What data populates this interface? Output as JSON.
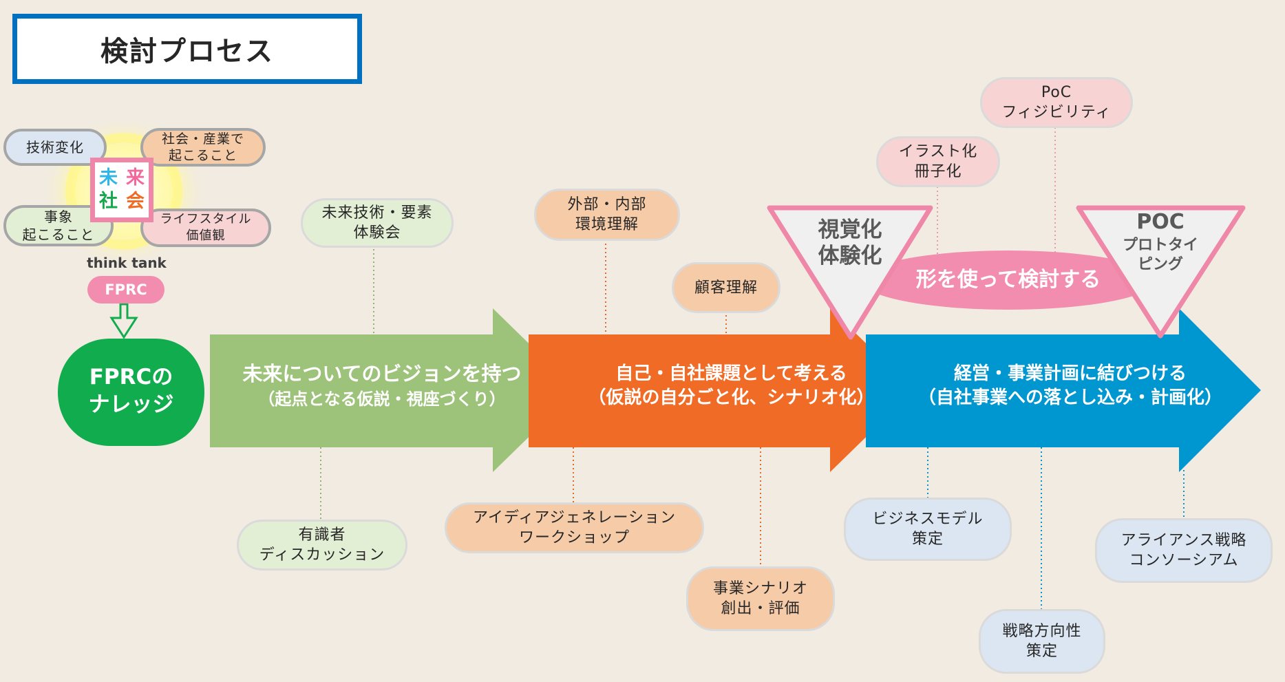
{
  "title": "検討プロセス",
  "colors": {
    "background": "#f2ebe1",
    "title_border": "#0070c0",
    "green_circle": "#10ac4d",
    "green_arrow": "#9dc27a",
    "orange_arrow": "#f06b25",
    "blue_arrow": "#0096cf",
    "pink": "#f28db0",
    "pink_border": "#ef87a8"
  },
  "mirai_shakai": {
    "c1": "未",
    "c2": "来",
    "c3": "社",
    "c4": "会"
  },
  "inputs": {
    "tech_change": "技術変化",
    "society_industry": "社会・産業で\n起こること",
    "events": "事象\n起こること",
    "lifestyle": "ライフスタイル\n価値観"
  },
  "think_tank": "think tank",
  "fprc_label": "FPRC",
  "knowledge": "FPRCの\nナレッジ",
  "arrows": {
    "vision_main": "未来についてのビジョンを持つ",
    "vision_sub": "（起点となる仮説・視座づくり）",
    "self_main": "自己・自社課題として考える",
    "self_sub": "（仮説の自分ごと化、シナリオ化）",
    "plan_main": "経営・事業計画に結びつける",
    "plan_sub": "（自社事業への落とし込み・計画化）"
  },
  "activities": {
    "future_tech": "未来技術・要素\n体験会",
    "experts": "有識者\nディスカッション",
    "env": "外部・内部\n環境理解",
    "customer": "顧客理解",
    "idea": "アイディアジェネレーション\nワークショップ",
    "scenario": "事業シナリオ\n創出・評価",
    "bizmodel": "ビジネスモデル\n策定",
    "strategy": "戦略方向性\n策定",
    "alliance": "アライアンス戦略\nコンソーシアム",
    "illust": "イラスト化\n冊子化",
    "poc": "PoC\nフィジビリティ"
  },
  "visualization": {
    "left_triangle_l1": "視覚化",
    "left_triangle_l2": "体験化",
    "banner": "形を使って検討する",
    "right_triangle_l1": "POC",
    "right_triangle_l2": "プロトタイ",
    "right_triangle_l3": "ピング"
  }
}
